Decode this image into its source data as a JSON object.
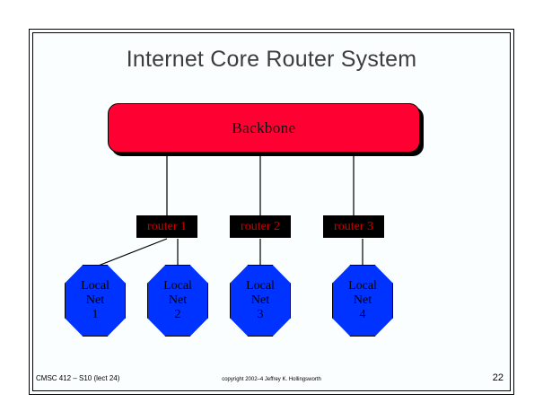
{
  "slide": {
    "title": "Internet Core Router System",
    "page_number": "22",
    "colors": {
      "backbone_fill": "#ff0033",
      "router_fill": "#000000",
      "router_text": "#cc0000",
      "localnet_fill": "#0033ff",
      "title_text": "#3d3d3d",
      "border": "#000000",
      "canvas": "#ffffff"
    }
  },
  "diagram": {
    "type": "network-topology",
    "backbone": {
      "label": "Backbone"
    },
    "routers": [
      {
        "label": "router 1"
      },
      {
        "label": "router 2"
      },
      {
        "label": "router 3"
      }
    ],
    "local_nets": [
      {
        "line1": "Local",
        "line2": "Net",
        "line3": "1"
      },
      {
        "line1": "Local",
        "line2": "Net",
        "line3": "2"
      },
      {
        "line1": "Local",
        "line2": "Net",
        "line3": "3"
      },
      {
        "line1": "Local",
        "line2": "Net",
        "line3": "4"
      }
    ],
    "links": [
      {
        "from": "backbone",
        "to": "router 1"
      },
      {
        "from": "backbone",
        "to": "router 2"
      },
      {
        "from": "backbone",
        "to": "router 3"
      },
      {
        "from": "router 1",
        "to": "Local Net 1"
      },
      {
        "from": "router 1",
        "to": "Local Net 2"
      },
      {
        "from": "router 2",
        "to": "Local Net 3"
      },
      {
        "from": "router 3",
        "to": "Local Net 4"
      }
    ]
  },
  "footer": {
    "course": "CMSC 412 – S10 (lect 24)",
    "copyright": "copyright 2002–4 Jeffrey K. Hollingsworth"
  }
}
